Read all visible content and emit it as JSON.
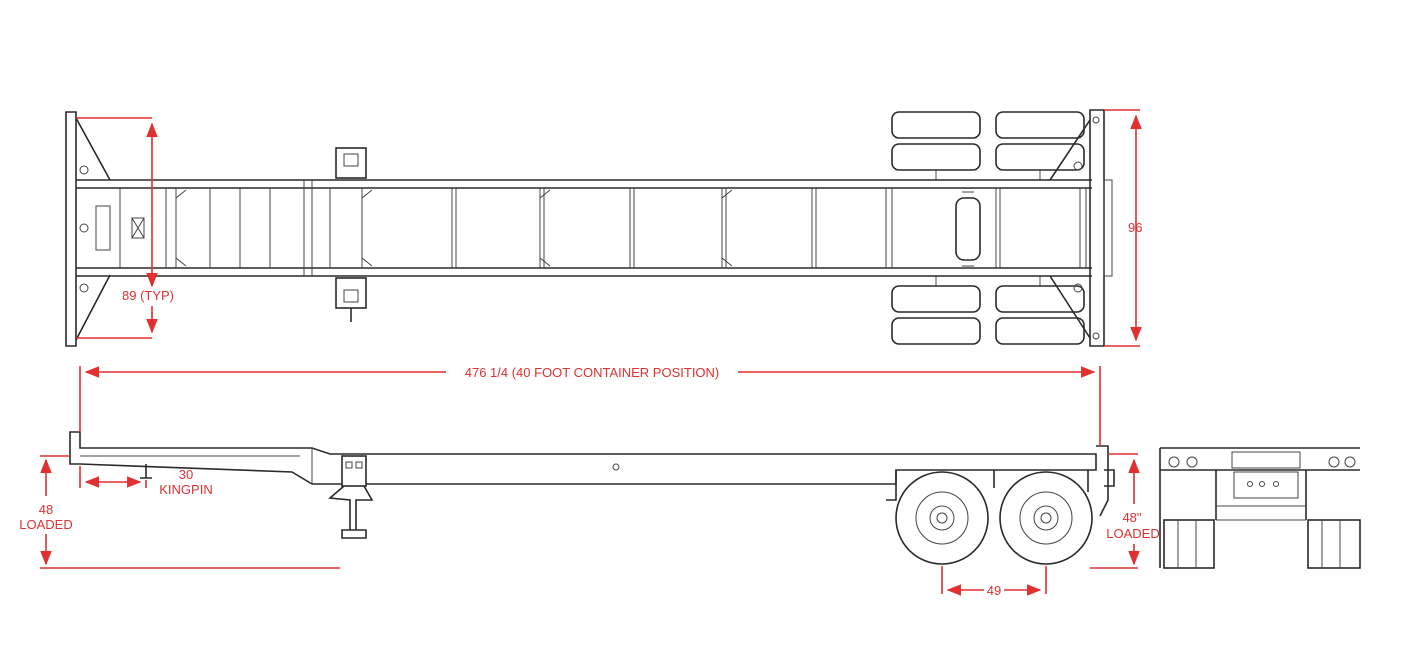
{
  "colors": {
    "line": "#2a2a2a",
    "dimension": "#e03030",
    "background": "#ffffff"
  },
  "dimensions": {
    "crossmember_spacing": "89 (TYP)",
    "width": "96",
    "overall_length": "476 1/4 (40 FOOT CONTAINER POSITION)",
    "kingpin_value": "30",
    "kingpin_label": "KINGPIN",
    "front_height_value": "48",
    "front_height_label": "LOADED",
    "axle_spread": "49",
    "rear_height_value": "48\"",
    "rear_height_label": "LOADED"
  }
}
